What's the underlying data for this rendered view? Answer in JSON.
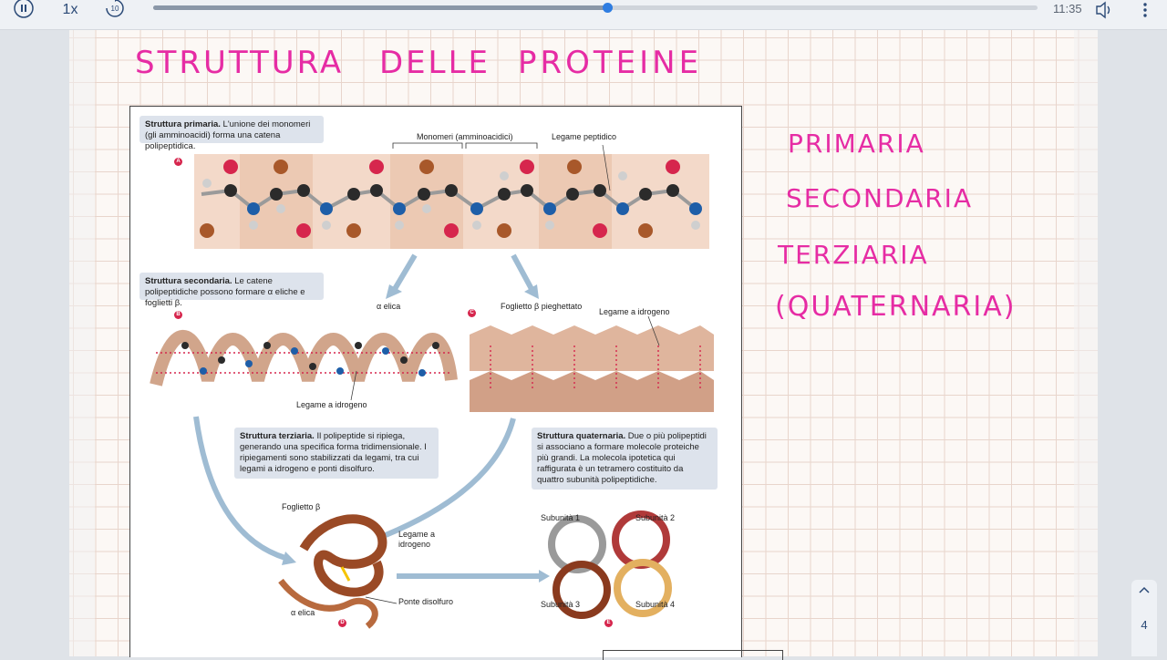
{
  "player": {
    "speed_label": "1x",
    "skip_label": "10",
    "time": "11:35",
    "progress": 0.513
  },
  "notes": {
    "title": [
      "STRUTTURA",
      "DELLE",
      "PROTEINE"
    ],
    "levels": [
      "PRIMARIA",
      "SECONDARIA",
      "TERZIARIA",
      "(QUATERNARIA)"
    ],
    "ink_color": "#e62ca4"
  },
  "figure": {
    "primary_caption_bold": "Struttura primaria.",
    "primary_caption_text": " L'unione dei monomeri (gli amminoacidi) forma una catena polipeptidica.",
    "monomers_label": "Monomeri (amminoacidici)",
    "peptide_bond_label": "Legame peptidico",
    "secondary_caption_bold": "Struttura secondaria.",
    "secondary_caption_text": " Le catene polipeptidiche possono formare α eliche e foglietti β.",
    "alpha_helix_label": "α elica",
    "beta_sheet_label": "Foglietto β pieghettato",
    "h_bond_label_1": "Legame a idrogeno",
    "h_bond_label_2": "Legame a idrogeno",
    "tertiary_caption_bold": "Struttura terziaria.",
    "tertiary_caption_text": " Il polipeptide si ripiega, generando una specifica forma tridimensionale. I ripiegamenti sono stabilizzati da legami, tra cui legami a idrogeno e ponti disolfuro.",
    "quaternary_caption_bold": "Struttura quaternaria.",
    "quaternary_caption_text": " Due o più polipeptidi si associano a formare molecole proteiche più grandi. La molecola ipotetica qui raffigurata è un tetramero costituito da quattro subunità polipeptidiche.",
    "tert_beta_label": "Foglietto β",
    "tert_hbond_label": "Legame a idrogeno",
    "tert_disulfide_label": "Ponte disolfuro",
    "tert_alpha_label": "α elica",
    "subunit_1": "Subunità 1",
    "subunit_2": "Subunità 2",
    "subunit_3": "Subunità 3",
    "subunit_4": "Subunità 4",
    "tags": [
      "A",
      "B",
      "C",
      "D",
      "E"
    ]
  },
  "sidebar": {
    "page_number": "4"
  }
}
